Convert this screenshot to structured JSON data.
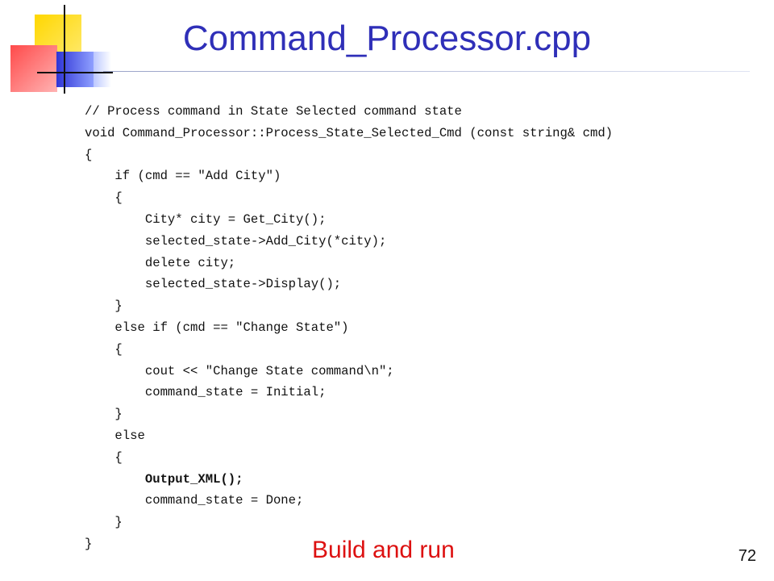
{
  "slide": {
    "title": "Command_Processor.cpp",
    "code_lines": [
      "// Process command in State Selected command state",
      "void Command_Processor::Process_State_Selected_Cmd (const string& cmd)",
      "{",
      "    if (cmd == \"Add City\")",
      "    {",
      "        City* city = Get_City();",
      "        selected_state->Add_City(*city);",
      "        delete city;",
      "        selected_state->Display();",
      "    }",
      "    else if (cmd == \"Change State\")",
      "    {",
      "        cout << \"Change State command\\n\";",
      "        command_state = Initial;",
      "    }",
      "    else",
      "    {",
      "        Output_XML();",
      "        command_state = Done;",
      "    }",
      "}"
    ],
    "build_note": "Build and run",
    "page_number": "72"
  },
  "colors": {
    "title": "#2f2fb8",
    "build_note": "#dd1111"
  }
}
